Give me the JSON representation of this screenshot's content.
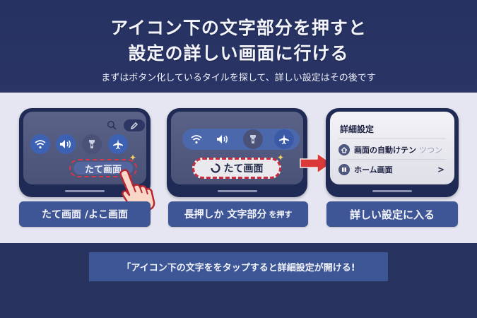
{
  "header": {
    "title_line1": "アイコン下の文字部分を押すと",
    "title_line2": "設定の詳しい画面に行ける",
    "subtitle": "まずはボタン化しているタイルを探して、詳しい設定はその後です"
  },
  "steps": [
    {
      "label": "たて画面 /よこ画面",
      "tile_text": "たて画面",
      "icons": [
        "wifi-icon",
        "volume-icon",
        "flashlight-icon",
        "airplane-icon"
      ],
      "toolbar_icons": [
        "search-icon",
        "edit-pencil-icon"
      ]
    },
    {
      "label_main": "長押しか 文字部分",
      "label_suffix": "を押す",
      "tile_text": "たて画面",
      "icons": [
        "wifi-icon",
        "volume-icon",
        "flashlight-icon",
        "airplane-icon"
      ]
    },
    {
      "label": "詳しい設定に入る",
      "panel": {
        "title": "詳細設定",
        "rows": [
          {
            "icon": "auto-rotate-icon",
            "text": "画面の自動けテン",
            "faded": "ツつン"
          },
          {
            "icon": "home-screen-icon",
            "text": "ホーム画面",
            "chevron": ">"
          }
        ]
      }
    }
  ],
  "footer": {
    "note": "「アイコン下の文字ををタップすると詳細設定が開ける!"
  },
  "colors": {
    "background_dark": "#283360",
    "band": "#e6e6f2",
    "device_frame": "#1f2a55",
    "accent_blue": "#3e5596",
    "tile_blue": "#3d62b4",
    "highlight_red": "#d6374a",
    "sparkle": "#f7d35b"
  }
}
